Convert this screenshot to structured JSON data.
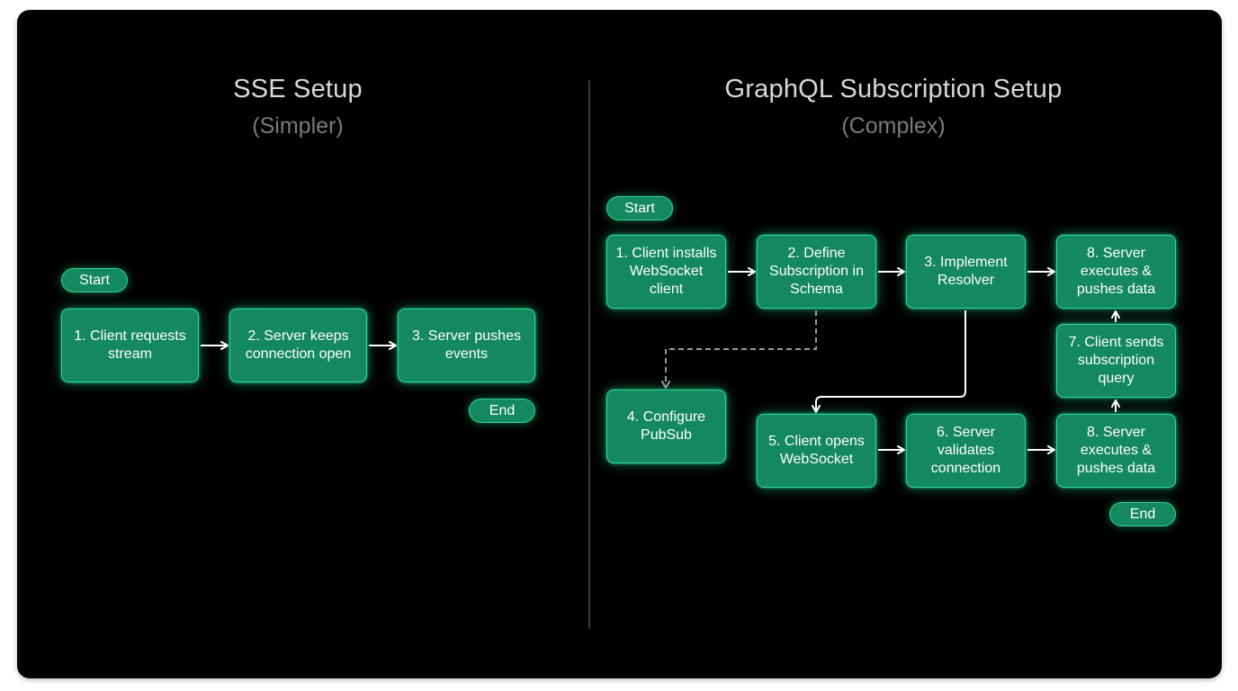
{
  "sse": {
    "title": "SSE Setup",
    "subtitle": "(Simpler)",
    "start": "Start",
    "end": "End",
    "steps": [
      "1. Client requests\nstream",
      "2. Server keeps\nconnection open",
      "3. Server pushes\nevents"
    ]
  },
  "graphql": {
    "title": "GraphQL Subscription Setup",
    "subtitle": "(Complex)",
    "start": "Start",
    "end": "End",
    "steps": [
      "1. Client installs\nWebSocket\nclient",
      "2. Define\nSubscription in\nSchema",
      "3. Implement\nResolver",
      "8. Server\nexecutes &\npushes data",
      "4. Configure\nPubSub",
      "5. Client opens\nWebSocket",
      "6. Server\nvalidates\nconnection",
      "7. Client sends\nsubscription\nquery",
      "8. Server\nexecutes &\npushes data"
    ]
  },
  "colors": {
    "background": "#000000",
    "box_fill": "#14885f",
    "box_border": "#2fd79a",
    "glow": "#20d68c",
    "arrow": "#ffffff",
    "dashed_arrow": "#9a9a9a",
    "title_text": "#d8d8d8",
    "subtitle_text": "#7a7a7a"
  }
}
